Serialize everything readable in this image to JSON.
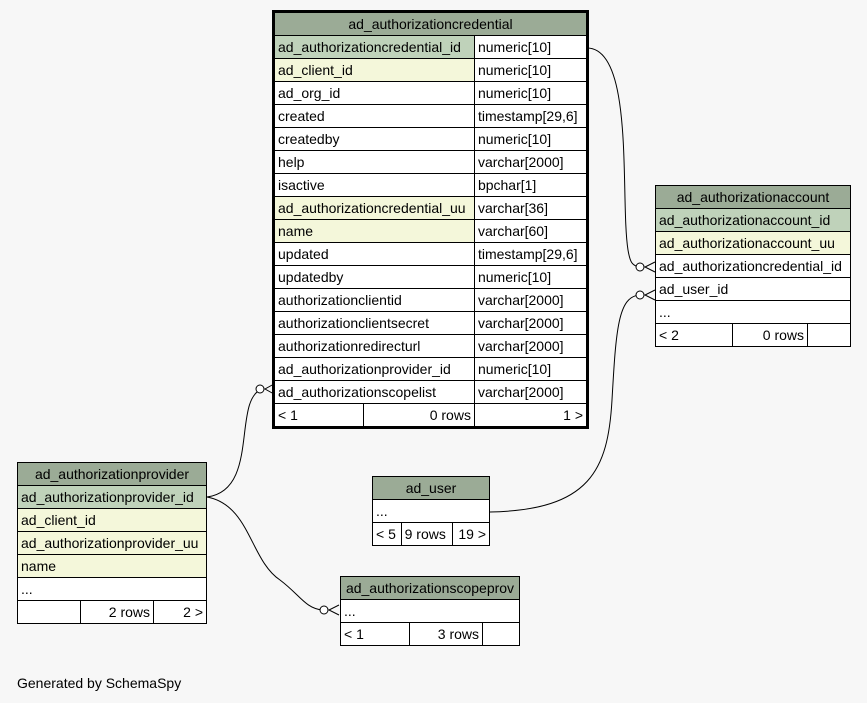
{
  "footer": "Generated by SchemaSpy",
  "colors": {
    "header": "#9bab96",
    "primary_key": "#bfd2ba",
    "indexed": "#f4f7da",
    "background": "#f7f7f7"
  },
  "credential": {
    "name": "ad_authorizationcredential",
    "columns": [
      {
        "name": "ad_authorizationcredential_id",
        "type": "numeric[10]"
      },
      {
        "name": "ad_client_id",
        "type": "numeric[10]"
      },
      {
        "name": "ad_org_id",
        "type": "numeric[10]"
      },
      {
        "name": "created",
        "type": "timestamp[29,6]"
      },
      {
        "name": "createdby",
        "type": "numeric[10]"
      },
      {
        "name": "help",
        "type": "varchar[2000]"
      },
      {
        "name": "isactive",
        "type": "bpchar[1]"
      },
      {
        "name": "ad_authorizationcredential_uu",
        "type": "varchar[36]"
      },
      {
        "name": "name",
        "type": "varchar[60]"
      },
      {
        "name": "updated",
        "type": "timestamp[29,6]"
      },
      {
        "name": "updatedby",
        "type": "numeric[10]"
      },
      {
        "name": "authorizationclientid",
        "type": "varchar[2000]"
      },
      {
        "name": "authorizationclientsecret",
        "type": "varchar[2000]"
      },
      {
        "name": "authorizationredirecturl",
        "type": "varchar[2000]"
      },
      {
        "name": "ad_authorizationprovider_id",
        "type": "numeric[10]"
      },
      {
        "name": "ad_authorizationscopelist",
        "type": "varchar[2000]"
      }
    ],
    "footer": {
      "left": "< 1",
      "mid": "0 rows",
      "right": "1 >"
    }
  },
  "account": {
    "name": "ad_authorizationaccount",
    "columns": [
      "ad_authorizationaccount_id",
      "ad_authorizationaccount_uu",
      "ad_authorizationcredential_id",
      "ad_user_id",
      "..."
    ],
    "footer": {
      "left": "< 2",
      "mid": "0 rows",
      "right": ""
    }
  },
  "provider": {
    "name": "ad_authorizationprovider",
    "columns": [
      "ad_authorizationprovider_id",
      "ad_client_id",
      "ad_authorizationprovider_uu",
      "name",
      "..."
    ],
    "footer": {
      "left": "",
      "mid": "2 rows",
      "right": "2 >"
    }
  },
  "user": {
    "name": "ad_user",
    "columns": [
      "..."
    ],
    "footer": {
      "left": "< 5",
      "mid": "9 rows",
      "right": "19 >"
    }
  },
  "scopeprov": {
    "name": "ad_authorizationscopeprov",
    "columns": [
      "..."
    ],
    "footer": {
      "left": "< 1",
      "mid": "3 rows",
      "right": ""
    }
  }
}
